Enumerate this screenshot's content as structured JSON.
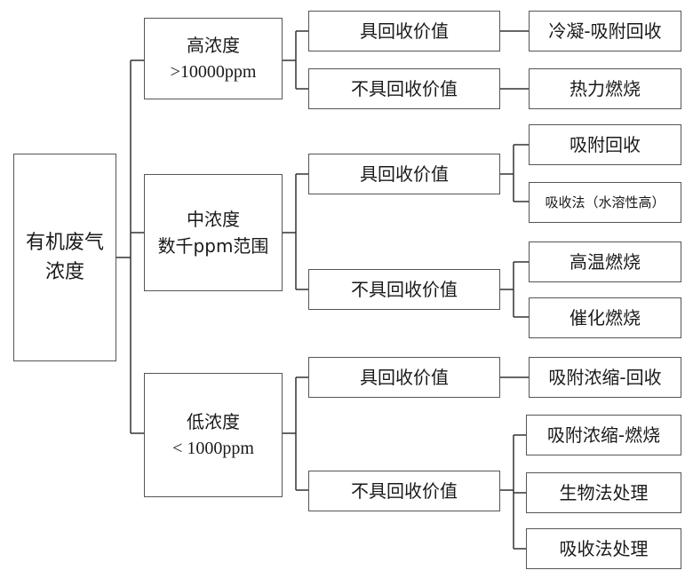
{
  "root": {
    "line1": "有机废气",
    "line2": "浓度"
  },
  "high": {
    "title": "高浓度",
    "range": ">10000ppm",
    "recoverable": {
      "label": "具回收价值",
      "methods": [
        "冷凝-吸附回收"
      ]
    },
    "nonrecoverable": {
      "label": "不具回收价值",
      "methods": [
        "热力燃烧"
      ]
    }
  },
  "mid": {
    "title": "中浓度",
    "range": "数千ppm范围",
    "recoverable": {
      "label": "具回收价值",
      "methods": [
        "吸附回收",
        "吸收法（水溶性高）"
      ]
    },
    "nonrecoverable": {
      "label": "不具回收价值",
      "methods": [
        "高温燃烧",
        "催化燃烧"
      ]
    }
  },
  "low": {
    "title": "低浓度",
    "range": "< 1000ppm",
    "recoverable": {
      "label": "具回收价值",
      "methods": [
        "吸附浓缩-回收"
      ]
    },
    "nonrecoverable": {
      "label": "不具回收价值",
      "methods": [
        "吸附浓缩-燃烧",
        "生物法处理",
        "吸收法处理"
      ]
    }
  }
}
